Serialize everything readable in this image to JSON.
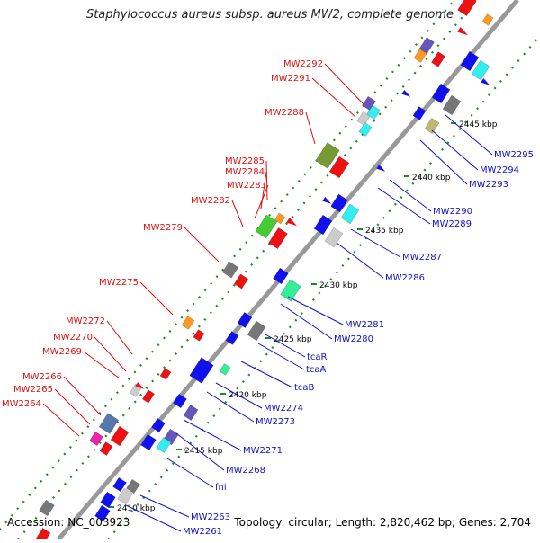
{
  "title": "Staphylococcus aureus subsp. aureus MW2, complete genome",
  "footer": {
    "accession": "Accession: NC_003923",
    "summary": "Topology: circular; Length: 2,820,462 bp; Genes: 2,704"
  },
  "colors": {
    "backbone": "#999999",
    "forward_label": "#e01010",
    "reverse_label": "#1010d0",
    "tick": "#228822",
    "red": "#ee1111",
    "blue": "#1111ee",
    "gray": "#777777",
    "cyan": "#33eeee",
    "green": "#44cc33",
    "olive": "#779933",
    "orange": "#ff9922",
    "purple": "#6655bb",
    "magenta": "#ee22aa",
    "steel": "#5577aa",
    "silver": "#cccccc",
    "mint": "#33ee99",
    "khaki": "#bbbb77"
  },
  "scale_labels": [
    "2410 kbp",
    "2415 kbp",
    "2420 kbp",
    "2425 kbp",
    "2430 kbp",
    "2435 kbp",
    "2440 kbp",
    "2445 kbp"
  ],
  "forward_labels": [
    "MW2292",
    "MW2291",
    "MW2288",
    "MW2285",
    "MW2284",
    "MW2283",
    "MW2282",
    "MW2279",
    "MW2275",
    "MW2272",
    "MW2270",
    "MW2269",
    "MW2266",
    "MW2265",
    "MW2264"
  ],
  "reverse_labels": [
    "MW2295",
    "MW2294",
    "MW2293",
    "MW2290",
    "MW2289",
    "MW2287",
    "MW2286",
    "MW2281",
    "MW2280",
    "tcaR",
    "tcaA",
    "tcaB",
    "MW2274",
    "MW2273",
    "MW2271",
    "MW2268",
    "fni",
    "MW2263",
    "MW2261"
  ]
}
